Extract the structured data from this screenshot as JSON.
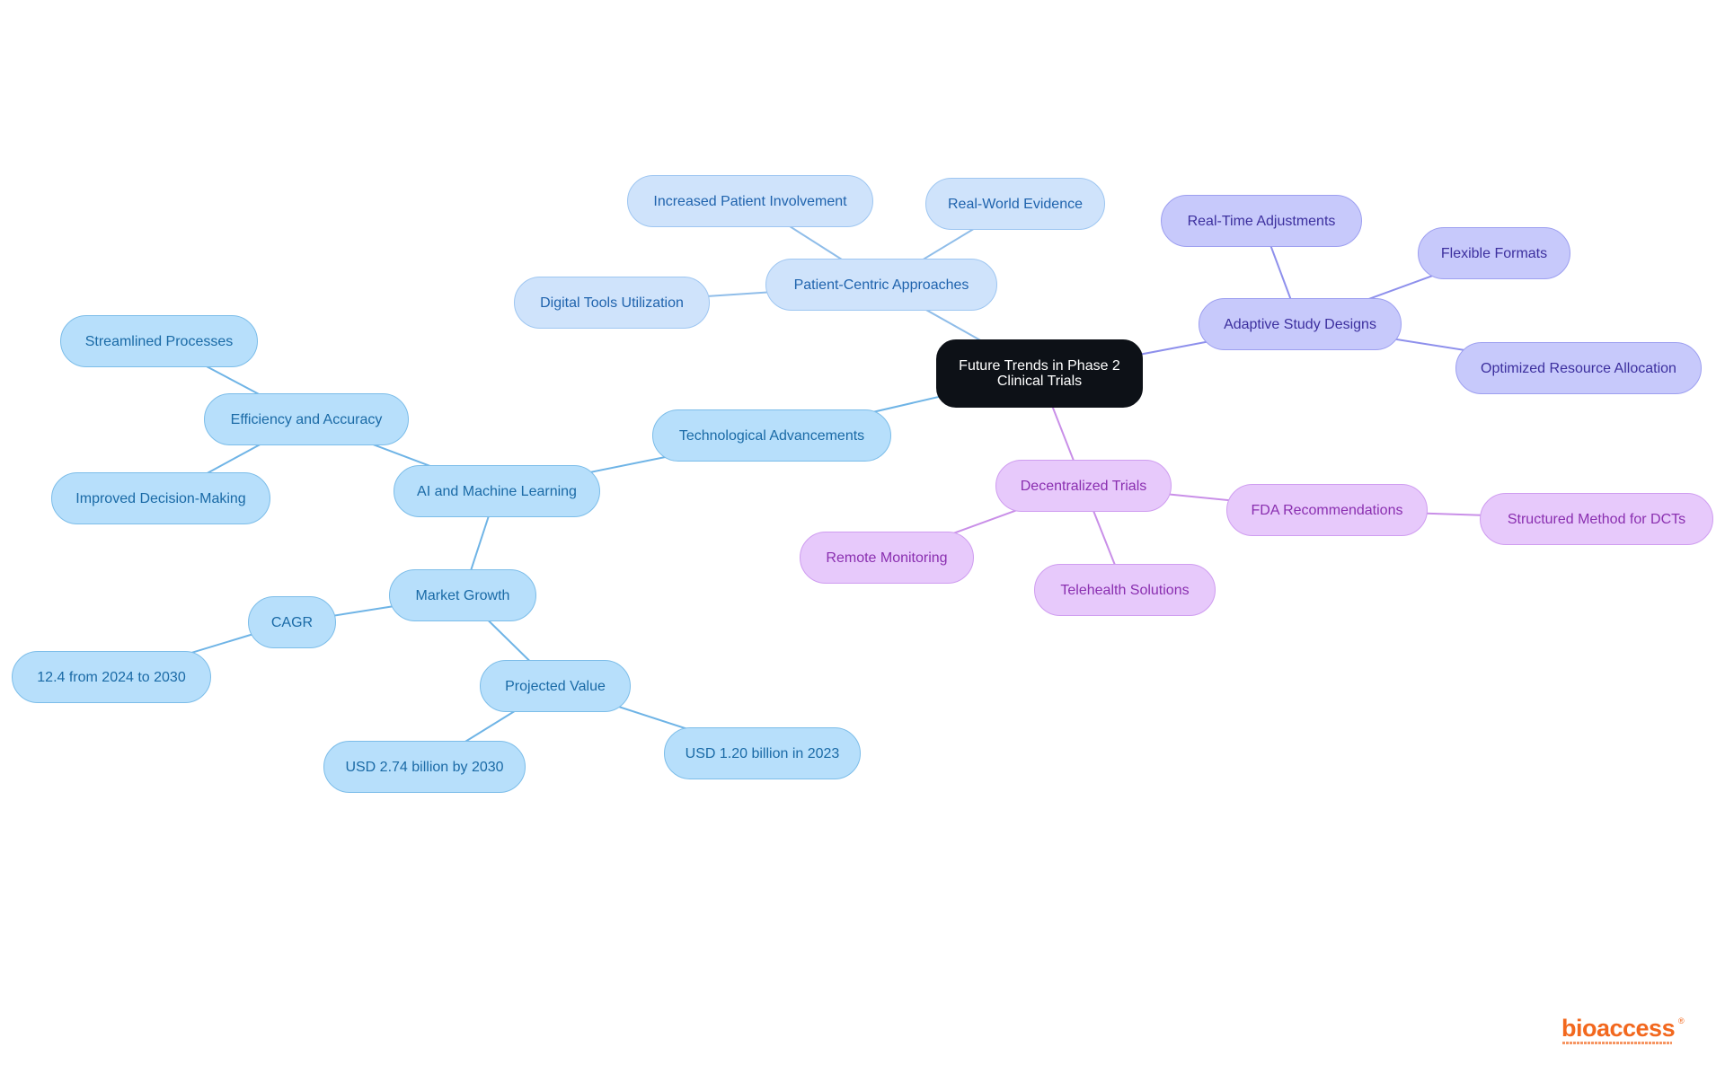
{
  "mindmap": {
    "root": {
      "id": "root",
      "label": "Future Trends in Phase 2 Clinical Trials"
    },
    "nodes": [
      {
        "id": "patient",
        "label": "Patient-Centric Approaches",
        "parent": "root",
        "color": "#cfe3fb"
      },
      {
        "id": "increased",
        "label": "Increased Patient Involvement",
        "parent": "patient",
        "color": "#cfe3fb"
      },
      {
        "id": "rwe",
        "label": "Real-World Evidence",
        "parent": "patient",
        "color": "#cfe3fb"
      },
      {
        "id": "digital",
        "label": "Digital Tools Utilization",
        "parent": "patient",
        "color": "#cfe3fb"
      },
      {
        "id": "adaptive",
        "label": "Adaptive Study Designs",
        "parent": "root",
        "color": "#c7c9fb"
      },
      {
        "id": "realtime",
        "label": "Real-Time Adjustments",
        "parent": "adaptive",
        "color": "#c7c9fb"
      },
      {
        "id": "flexible",
        "label": "Flexible Formats",
        "parent": "adaptive",
        "color": "#c7c9fb"
      },
      {
        "id": "optimized",
        "label": "Optimized Resource Allocation",
        "parent": "adaptive",
        "color": "#c7c9fb"
      },
      {
        "id": "tech",
        "label": "Technological Advancements",
        "parent": "root",
        "color": "#b7dffb"
      },
      {
        "id": "ai",
        "label": "AI and Machine Learning",
        "parent": "tech",
        "color": "#b7dffb"
      },
      {
        "id": "efficiency",
        "label": "Efficiency and Accuracy",
        "parent": "ai",
        "color": "#b7dffb"
      },
      {
        "id": "streamlined",
        "label": "Streamlined Processes",
        "parent": "efficiency",
        "color": "#b7dffb"
      },
      {
        "id": "improved",
        "label": "Improved Decision-Making",
        "parent": "efficiency",
        "color": "#b7dffb"
      },
      {
        "id": "market",
        "label": "Market Growth",
        "parent": "ai",
        "color": "#b7dffb"
      },
      {
        "id": "cagr",
        "label": "CAGR",
        "parent": "market",
        "color": "#b7dffb"
      },
      {
        "id": "cagrval",
        "label": "12.4 from 2024 to 2030",
        "parent": "cagr",
        "color": "#b7dffb"
      },
      {
        "id": "projected",
        "label": "Projected Value",
        "parent": "market",
        "color": "#b7dffb"
      },
      {
        "id": "usd274",
        "label": "USD 2.74 billion by 2030",
        "parent": "projected",
        "color": "#b7dffb"
      },
      {
        "id": "usd120",
        "label": "USD 1.20 billion in 2023",
        "parent": "projected",
        "color": "#b7dffb"
      },
      {
        "id": "decentral",
        "label": "Decentralized Trials",
        "parent": "root",
        "color": "#e7c9fb"
      },
      {
        "id": "fda",
        "label": "FDA Recommendations",
        "parent": "decentral",
        "color": "#e7c9fb"
      },
      {
        "id": "structured",
        "label": "Structured Method for DCTs",
        "parent": "fda",
        "color": "#e7c9fb"
      },
      {
        "id": "remote",
        "label": "Remote Monitoring",
        "parent": "decentral",
        "color": "#e7c9fb"
      },
      {
        "id": "telehealth",
        "label": "Telehealth Solutions",
        "parent": "decentral",
        "color": "#e7c9fb"
      }
    ]
  },
  "brand": {
    "name": "bioaccess",
    "mark": "®"
  }
}
